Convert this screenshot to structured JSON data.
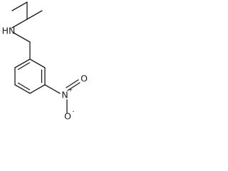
{
  "molecule": {
    "atoms": {
      "amine": "HN",
      "nitro_n": "N",
      "nitro_n_charge": "+",
      "nitro_o_double": "O",
      "nitro_o_single": "O",
      "nitro_o_charge": "-"
    }
  }
}
